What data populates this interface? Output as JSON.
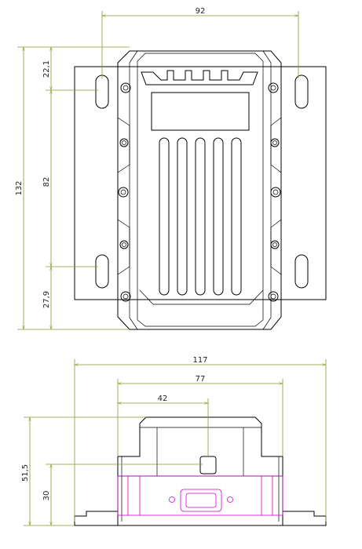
{
  "drawing": {
    "top_view": {
      "dimensions": {
        "width": "92",
        "height_total": "132",
        "height_upper": "22,1",
        "height_middle": "82",
        "height_lower": "27,9"
      }
    },
    "front_view": {
      "dimensions": {
        "overall_width": "117",
        "body_width": "77",
        "offset": "42",
        "height_total": "51,5",
        "height_lower": "30"
      }
    }
  },
  "colors": {
    "dimension_line": "#8a9a2a",
    "outline": "#000000",
    "hidden_detail": "#d000d0"
  }
}
